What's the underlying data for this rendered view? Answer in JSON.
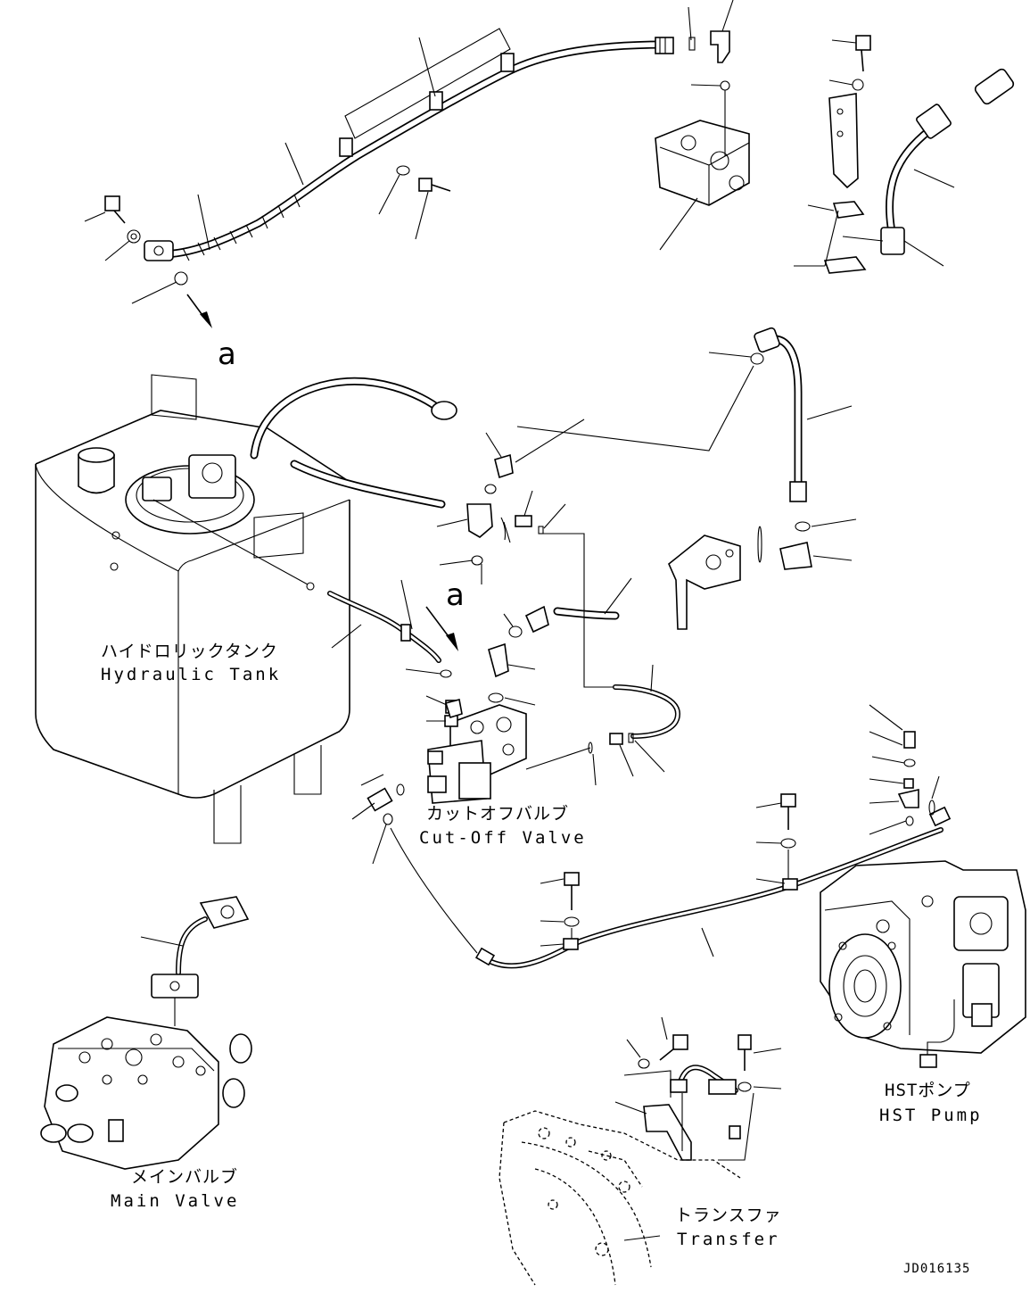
{
  "components": {
    "hydraulic_tank": {
      "label_jp": "ハイドロリックタンク",
      "label_en": "Hydraulic Tank"
    },
    "cutoff_valve": {
      "label_jp": "カットオフバルブ",
      "label_en": "Cut-Off Valve"
    },
    "main_valve": {
      "label_jp": "メインバルブ",
      "label_en": "Main Valve"
    },
    "hst_pump": {
      "label_jp": "HSTポンプ",
      "label_en": "HST Pump"
    },
    "transfer": {
      "label_jp": "トランスファ",
      "label_en": "Transfer"
    }
  },
  "markers": {
    "top": "a",
    "middle": "a"
  },
  "drawing_code": "JD016135"
}
